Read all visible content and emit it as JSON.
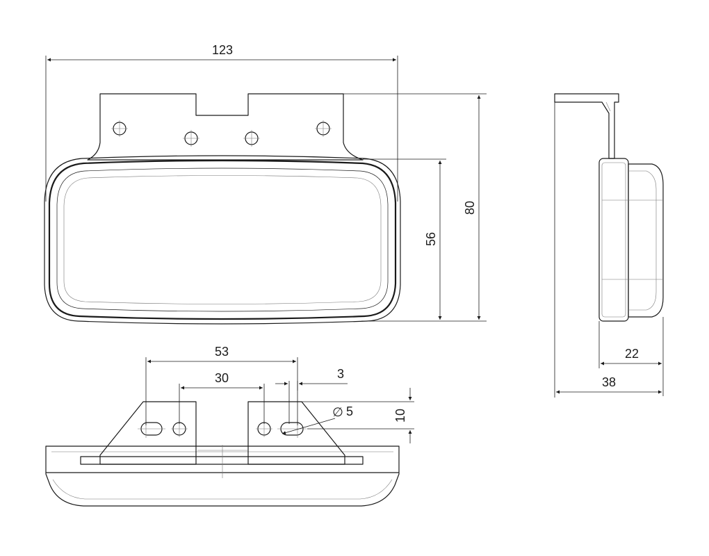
{
  "dimensions": {
    "total_width": "123",
    "total_height": "80",
    "lens_height": "56",
    "outer_hole_spacing": "53",
    "inner_hole_spacing": "30",
    "slot_width": "3",
    "hole_diameter": "5",
    "hole_offset": "10",
    "body_depth": "22",
    "total_depth": "38"
  },
  "diameter_symbol": "∅"
}
